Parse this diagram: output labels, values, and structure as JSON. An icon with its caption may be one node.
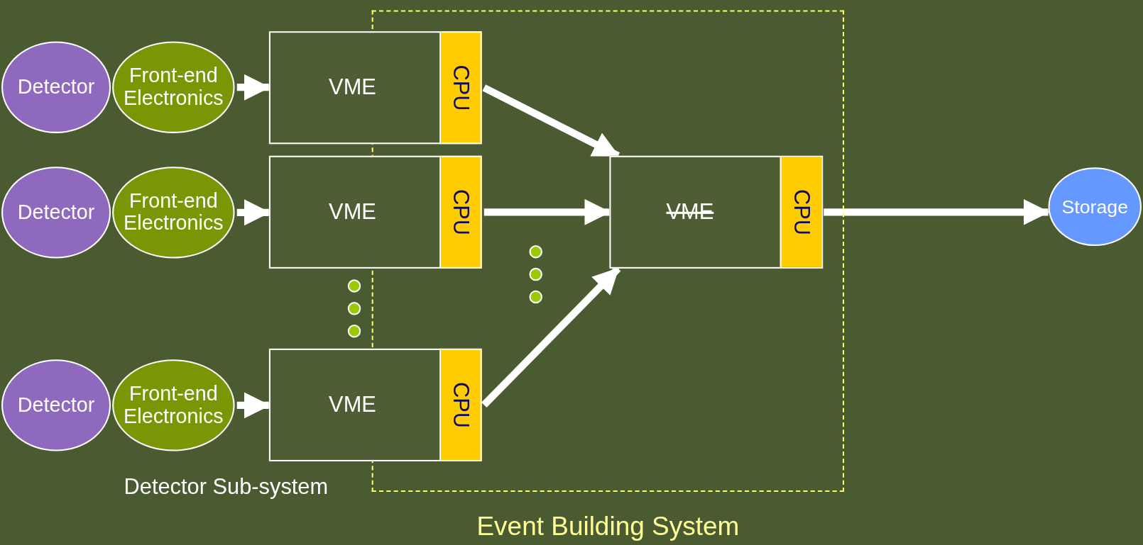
{
  "diagram": {
    "nodes": [
      {
        "text": [
          "Event Building System"
        ]
      },
      {
        "text": [
          "Detector"
        ]
      },
      {
        "text": [
          "Front-end Electronics"
        ]
      },
      {
        "text": [
          "VME"
        ]
      },
      {
        "text": [
          "CPU"
        ],
        "in": 0
      },
      {
        "text": [
          "VME"
        ],
        "in": 0
      },
      {
        "text": [
          "CPU"
        ],
        "in": 5
      },
      {
        "text": [
          "Storage"
        ]
      },
      {
        "text": [
          "Detector"
        ]
      },
      {
        "text": [
          "Front-end Electronics"
        ]
      },
      {
        "text": [
          "VME"
        ]
      },
      {
        "text": [
          "CPU"
        ],
        "in": 0
      },
      {
        "text": [
          "Detector"
        ]
      },
      {
        "text": [
          "Front-end Electronics"
        ]
      },
      {
        "text": [
          "VME"
        ]
      },
      {
        "text": [
          "CPU"
        ],
        "in": 0
      }
    ],
    "edges": [
      {
        "from": 2,
        "to": 3,
        "arrow": "to"
      },
      {
        "from": 9,
        "to": 10,
        "arrow": "to"
      },
      {
        "from": 13,
        "to": 14,
        "arrow": "to"
      },
      {
        "from": 4,
        "to": 5,
        "arrow": "to"
      },
      {
        "from": 11,
        "to": 5,
        "arrow": "to"
      },
      {
        "from": 15,
        "to": 5,
        "arrow": "to"
      },
      {
        "from": 6,
        "to": 7,
        "arrow": "to"
      }
    ],
    "labels": [
      "Detector Sub-system"
    ]
  }
}
